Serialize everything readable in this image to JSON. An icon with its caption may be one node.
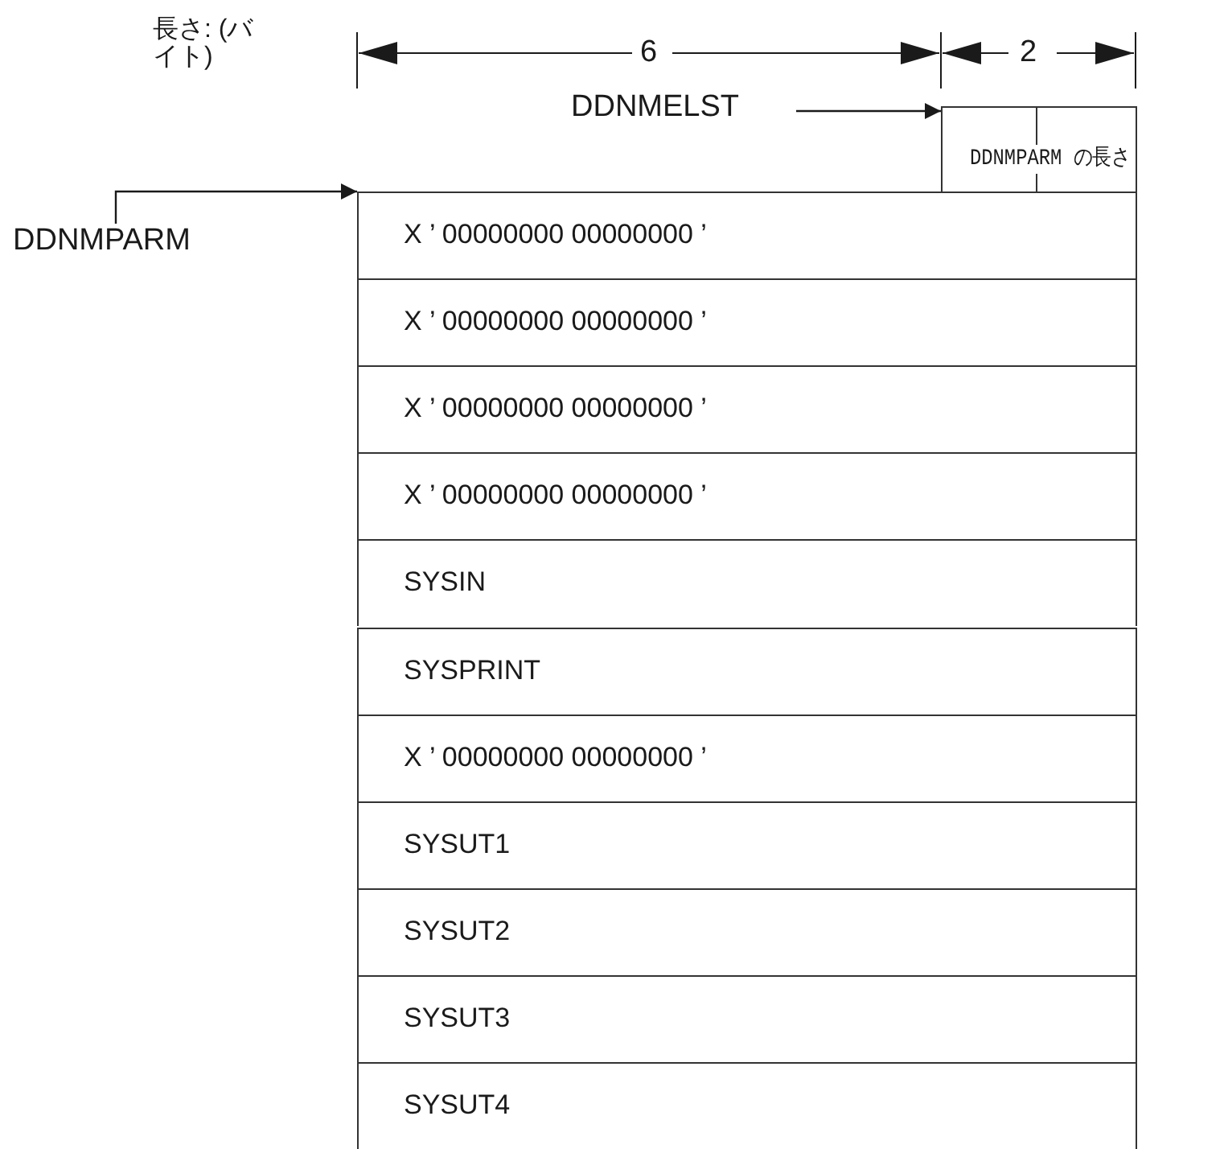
{
  "diagram": {
    "nodes": [
      {
        "text": [
          "DDNMPARM"
        ]
      },
      {
        "text": [
          "DDNMELST"
        ]
      },
      {
        "text": [
          "DDNMPARM の長さ"
        ]
      },
      {
        "text": [
          "X ’ 00000000 00000000 ’"
        ]
      },
      {
        "text": [
          "X ’ 00000000 00000000 ’"
        ]
      },
      {
        "text": [
          "X ’ 00000000 00000000 ’"
        ]
      },
      {
        "text": [
          "X ’ 00000000 00000000 ’"
        ]
      },
      {
        "text": [
          "SYSIN"
        ]
      },
      {
        "text": [
          "SYSPRINT"
        ]
      },
      {
        "text": [
          "X ’ 00000000 00000000 ’"
        ]
      },
      {
        "text": [
          "SYSUT1"
        ]
      },
      {
        "text": [
          "SYSUT2"
        ]
      },
      {
        "text": [
          "SYSUT3"
        ]
      },
      {
        "text": [
          "SYSUT4"
        ]
      }
    ],
    "edges": [
      {
        "from": 0,
        "to": 3,
        "arrow": "to"
      },
      {
        "from": 1,
        "to": 2,
        "arrow": "to"
      }
    ],
    "labels": [
      "長さ: (バイト)",
      "6",
      "2"
    ]
  }
}
